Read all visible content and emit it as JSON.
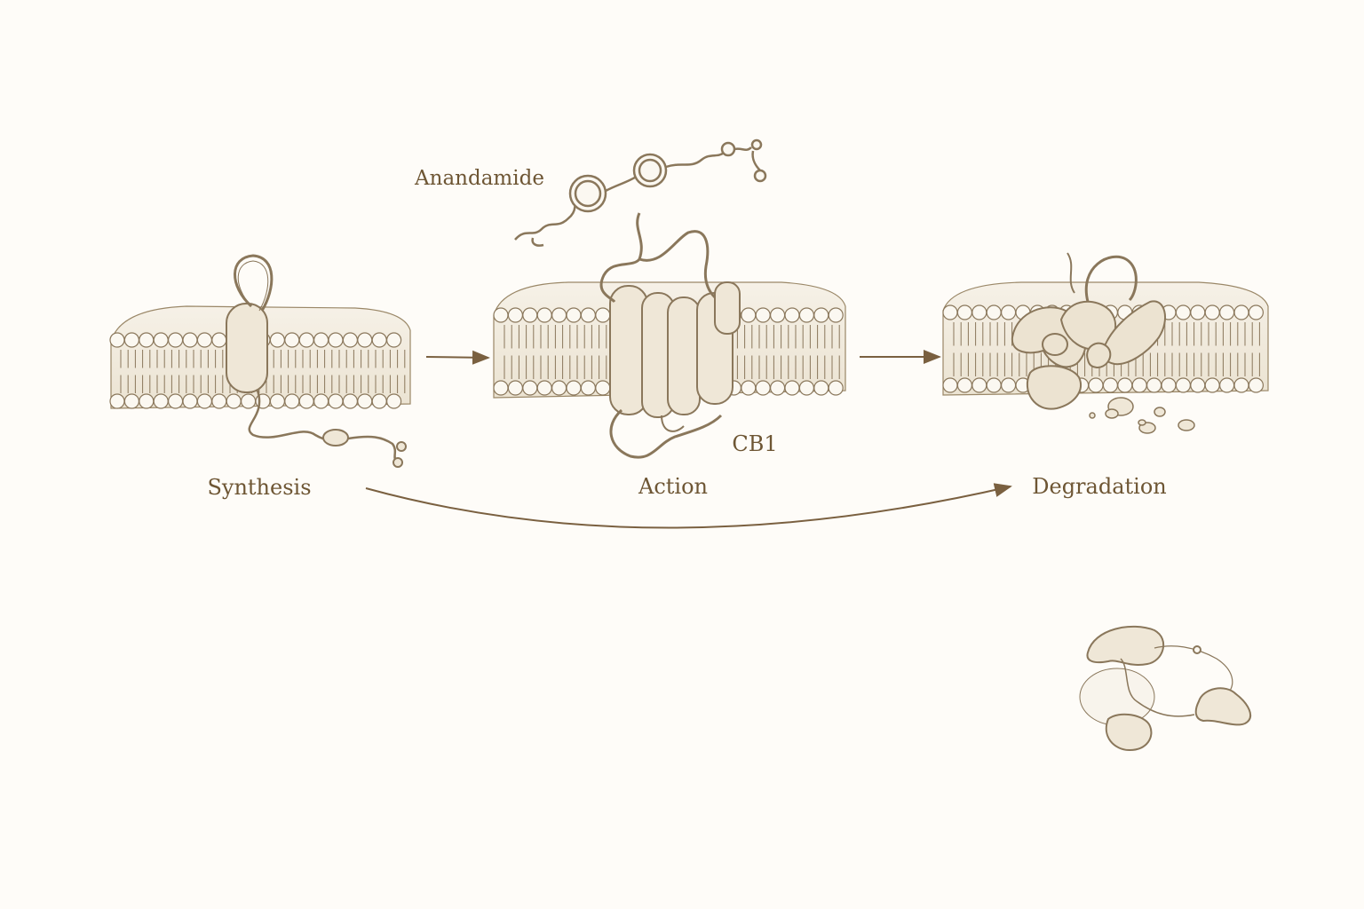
{
  "labels": {
    "synthesis": "Synthesis",
    "action": "Action",
    "degradation": "Degradation",
    "ligand": "Anandamide",
    "receptor": "CB1"
  },
  "colors": {
    "background": "#fefcf8",
    "ink": "#6e5634",
    "sketch": "#8a775b",
    "membrane_fill": "#f1ebdf",
    "head_fill": "#fbf8f1",
    "arrow": "#7a6040"
  },
  "icons": {
    "left_panel": "membrane-protein-loop-icon",
    "center_panel": "membrane-receptor-icon",
    "right_panel": "membrane-degrading-protein-icon",
    "loose_fragment": "protein-fragment-icon",
    "ligand_molecule": "ligand-molecule-icon"
  }
}
